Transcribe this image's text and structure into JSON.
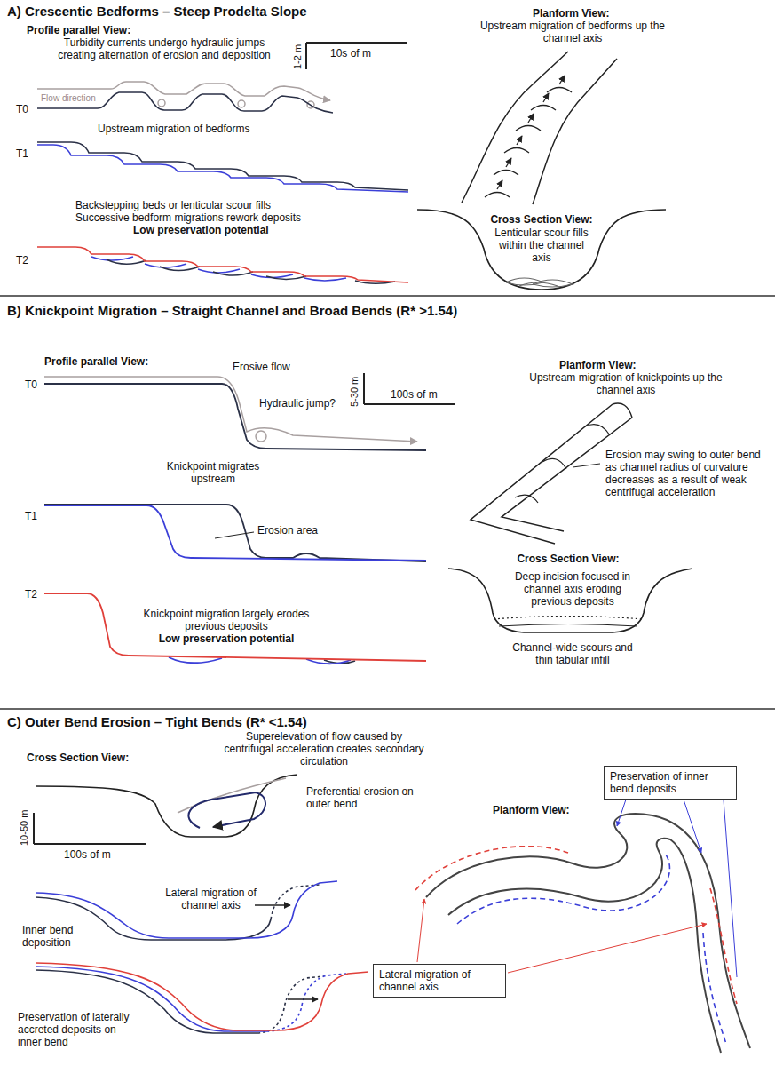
{
  "diagram": {
    "nodes": [
      {
        "text": [
          "Preservation of inner bend deposits"
        ]
      },
      {
        "text": [
          "Lateral migration of channel axis"
        ]
      }
    ],
    "labels": [
      "A) Crescentic Bedforms – Steep Prodelta Slope",
      "Profile parallel View:",
      "Turbidity currents undergo hydraulic jumps creating alternation of erosion and deposition",
      "1-2 m",
      "10s of m",
      "Flow direction",
      "T0",
      "Upstream migration of bedforms",
      "T1",
      "Backstepping beds or lenticular scour fills",
      "Successive bedform migrations rework deposits",
      "Low preservation potential",
      "T2",
      "Planform View:",
      "Upstream migration of bedforms up the channel axis",
      "Cross Section View:",
      "Lenticular scour fills within the channel axis",
      "B) Knickpoint Migration – Straight Channel and Broad Bends (R* >1.54)",
      "Profile parallel View:",
      "5-30 m",
      "100s of m",
      "Erosive flow",
      "Hydraulic jump?",
      "T0",
      "Knickpoint migrates upstream",
      "Erosion area",
      "T1",
      "Knickpoint migration largely erodes previous deposits",
      "Low preservation potential",
      "T2",
      "Planform View:",
      "Upstream migration of knickpoints up the channel axis",
      "Erosion may swing to outer bend as channel radius of curvature decreases as a result of weak centrifugal acceleration",
      "Cross Section View:",
      "Deep incision focused in channel axis eroding previous deposits",
      "Channel-wide scours and thin tabular infill",
      "C) Outer Bend Erosion – Tight Bends (R* <1.54)",
      "Cross Section View:",
      "Superelevation of flow caused by centrifugal acceleration creates secondary circulation",
      "Preferential erosion on outer bend",
      "10-50 m",
      "100s of m",
      "Lateral migration of channel axis",
      "Inner bend deposition",
      "Preservation of laterally accreted deposits on inner bend",
      "Planform View:"
    ]
  }
}
